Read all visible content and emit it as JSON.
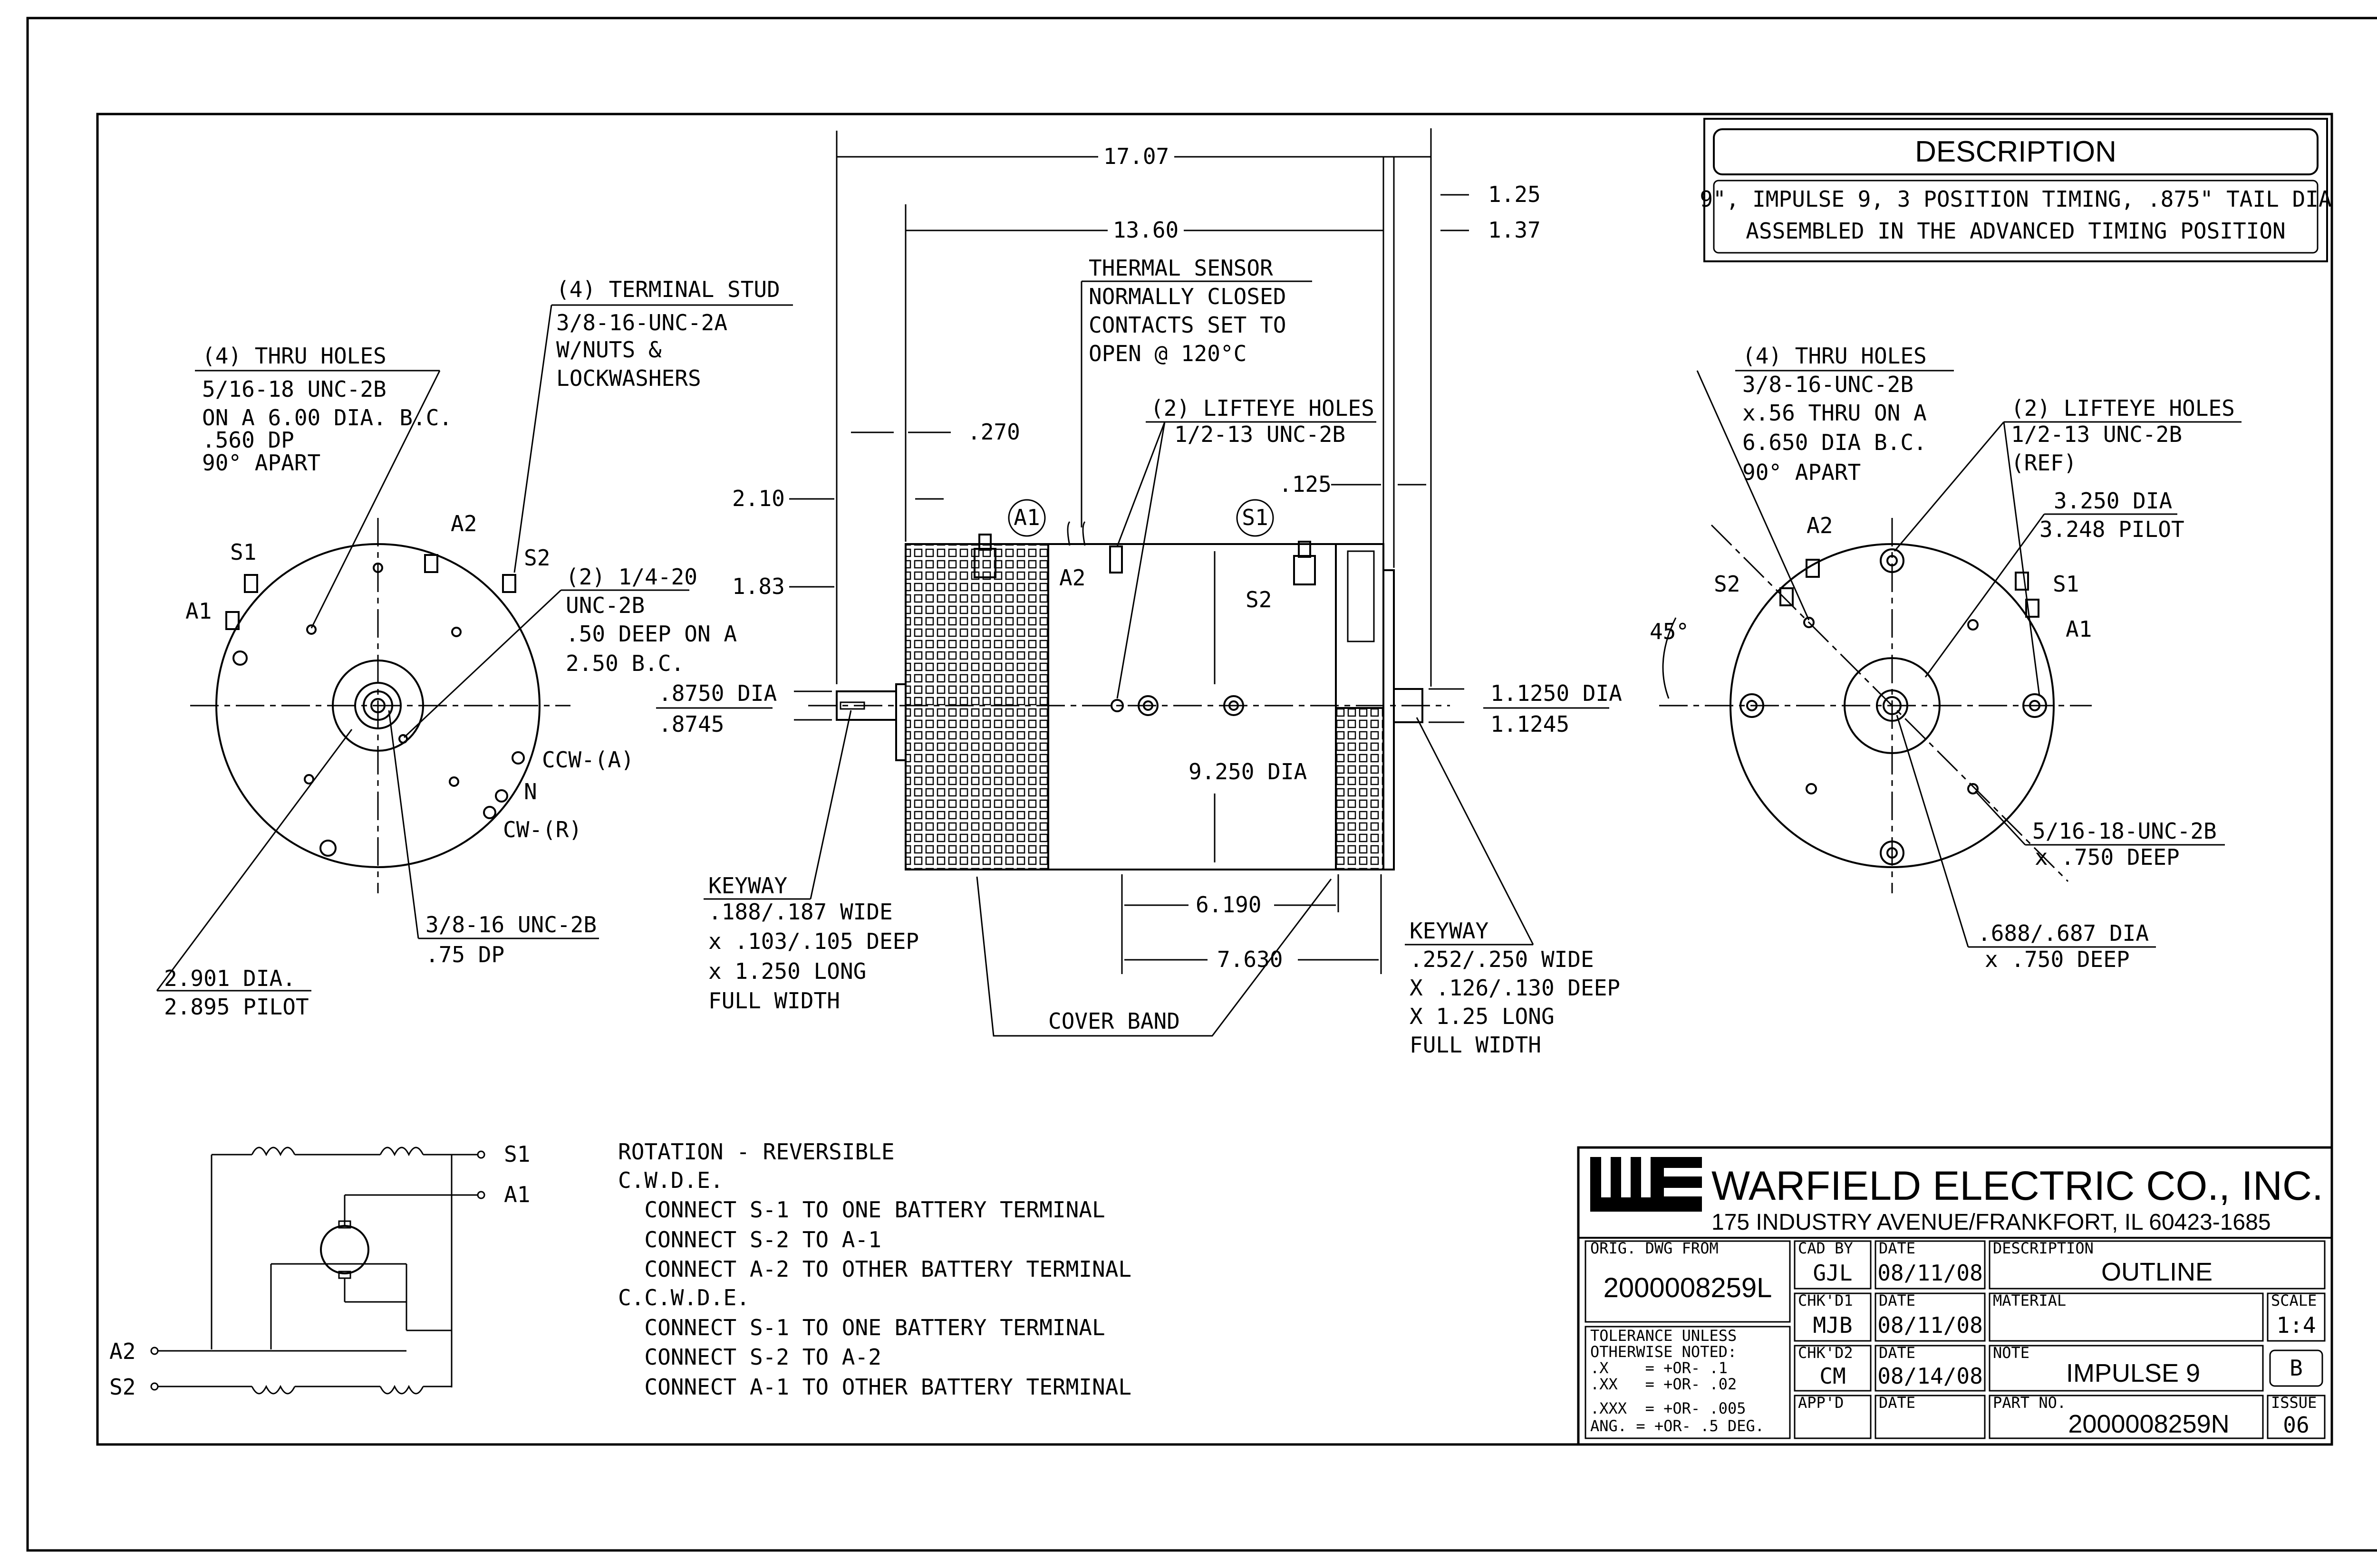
{
  "description": {
    "heading": "DESCRIPTION",
    "line1": "9\", IMPULSE 9, 3 POSITION TIMING, .875\" TAIL DIA",
    "line2": "ASSEMBLED IN THE ADVANCED TIMING POSITION"
  },
  "left_view": {
    "thru_holes_title": "(4) THRU HOLES",
    "thru_holes_lines": [
      "5/16-18 UNC-2B",
      "ON A 6.00 DIA. B.C.",
      ".560 DP",
      "90° APART"
    ],
    "terminal_stud_title": "(4) TERMINAL STUD",
    "terminal_stud_lines": [
      "3/8-16-UNC-2A",
      "W/NUTS &",
      "LOCKWASHERS"
    ],
    "tap_lines": [
      "(2) 1/4-20",
      "UNC-2B",
      ".50 DEEP ON A",
      "2.50 B.C."
    ],
    "terminals": {
      "s1": "S1",
      "a1": "A1",
      "a2": "A2",
      "s2": "S2"
    },
    "ccw": "CCW-(A)",
    "n": "N",
    "cw": "CW-(R)",
    "center_tap": [
      "3/8-16 UNC-2B",
      ".75 DP"
    ],
    "pilot": [
      "2.901 DIA.",
      "2.895 PILOT"
    ]
  },
  "side_view": {
    "dim_overall": "17.07",
    "dim_body": "13.60",
    "dim_125": "1.25",
    "dim_137": "1.37",
    "dim_270": ".270",
    "dim_210": "2.10",
    "dim_183": "1.83",
    "dim_0125": ".125",
    "thermal": [
      "THERMAL SENSOR",
      "NORMALLY CLOSED",
      "CONTACTS SET TO",
      "OPEN @ 120°C"
    ],
    "lifteye": [
      "(2) LIFTEYE HOLES",
      "1/2-13 UNC-2B"
    ],
    "a1_circle": "A1",
    "s1_circle": "S1",
    "a2_label": "A2",
    "s2_label": "S2",
    "shaft_dia": [
      ".8750 DIA",
      ".8745"
    ],
    "tail_dia": [
      "1.1250 DIA",
      "1.1245"
    ],
    "body_dia": "9.250 DIA",
    "dim_6190": "6.190",
    "dim_7630": "7.630",
    "keyway_left": [
      "KEYWAY",
      ".188/.187 WIDE",
      "x .103/.105 DEEP",
      "x 1.250 LONG",
      "FULL WIDTH"
    ],
    "cover_band": "COVER BAND",
    "keyway_right": [
      "KEYWAY",
      ".252/.250 WIDE",
      "X .126/.130 DEEP",
      "X 1.25 LONG",
      "FULL WIDTH"
    ]
  },
  "right_view": {
    "thru_holes_title": "(4) THRU HOLES",
    "thru_holes_lines": [
      "3/8-16-UNC-2B",
      "x.56 THRU ON A",
      "6.650 DIA B.C.",
      "90° APART"
    ],
    "lifteye_title": "(2) LIFTEYE HOLES",
    "lifteye_lines": [
      "1/2-13 UNC-2B",
      "(REF)"
    ],
    "pilot": [
      "3.250 DIA",
      "3.248 PILOT"
    ],
    "terminals": {
      "a2": "A2",
      "s2": "S2",
      "s1": "S1",
      "a1": "A1"
    },
    "angle": "45°",
    "tap": [
      "5/16-18-UNC-2B",
      "x .750 DEEP"
    ],
    "bore": [
      ".688/.687 DIA",
      "x .750 DEEP"
    ]
  },
  "schematic": {
    "s1": "S1",
    "a1": "A1",
    "a2": "A2",
    "s2": "S2"
  },
  "notes": [
    "ROTATION - REVERSIBLE",
    "C.W.D.E.",
    "  CONNECT S-1 TO ONE BATTERY TERMINAL",
    "  CONNECT S-2 TO A-1",
    "  CONNECT A-2 TO OTHER BATTERY TERMINAL",
    "C.C.W.D.E.",
    "  CONNECT S-1 TO ONE BATTERY TERMINAL",
    "  CONNECT S-2 TO A-2",
    "  CONNECT A-1 TO OTHER BATTERY TERMINAL"
  ],
  "title_block": {
    "company": "WARFIELD ELECTRIC CO., INC.",
    "address": "175 INDUSTRY AVENUE/FRANKFORT, IL 60423-1685",
    "orig_label": "ORIG. DWG FROM",
    "orig_value": "2000008259L",
    "tol_lines": [
      "TOLERANCE UNLESS",
      "OTHERWISE NOTED:",
      ".X    = +OR- .1",
      ".XX   = +OR- .02",
      ".XXX  = +OR- .005",
      "ANG. = +OR- .5 DEG."
    ],
    "cad_by_label": "CAD BY",
    "cad_by": "GJL",
    "chk1_label": "CHK'D1",
    "chk1": "MJB",
    "chk2_label": "CHK'D2",
    "chk2": "CM",
    "appd_label": "APP'D",
    "date_label": "DATE",
    "date1": "08/11/08",
    "date2": "08/11/08",
    "date3": "08/14/08",
    "desc_label": "DESCRIPTION",
    "desc": "OUTLINE",
    "material_label": "MATERIAL",
    "scale_label": "SCALE",
    "scale": "1:4",
    "note_label": "NOTE",
    "note": "IMPULSE 9",
    "rev": "B",
    "part_label": "PART NO.",
    "part": "2000008259N",
    "issue_label": "ISSUE",
    "issue": "06"
  }
}
